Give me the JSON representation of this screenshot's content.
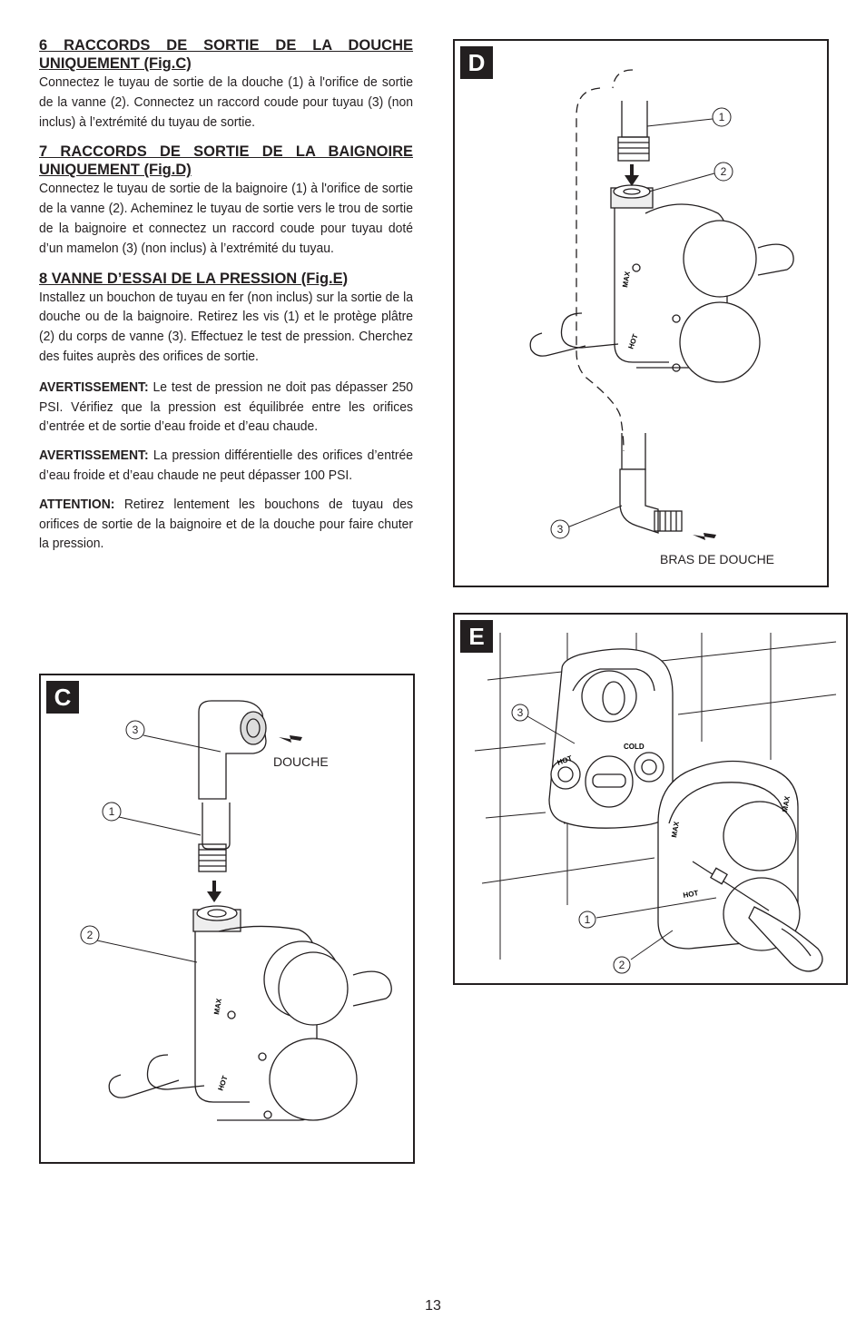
{
  "sections": [
    {
      "title": "6 RACCORDS DE SORTIE DE LA DOUCHE UNIQUEMENT (Fig.C)",
      "body": "Connectez le tuyau de sortie de la douche (1) à l'orifice de sortie de la vanne (2). Connectez un raccord coude pour tuyau (3) (non inclus) à l’extrémité du tuyau de sortie."
    },
    {
      "title": "7 RACCORDS DE SORTIE DE LA BAIGNOIRE UNIQUEMENT (Fig.D)",
      "body": "Connectez le tuyau de sortie de la baignoire (1) à l'orifice de sortie de la vanne (2). Acheminez le tuyau de sortie vers le trou de sortie de la baignoire et connectez un raccord coude pour tuyau doté d’un mamelon (3) (non inclus) à l’extrémité du tuyau."
    },
    {
      "title": "8 VANNE D’ESSAI DE LA PRESSION (Fig.E)",
      "body": "Installez un bouchon de tuyau en fer (non inclus) sur la sortie de la douche ou de la baignoire.  Retirez les vis (1) et le protège plâtre (2) du corps de vanne (3).  Effectuez le test de pression.  Cherchez des fuites auprès des orifices de sortie."
    }
  ],
  "warnings": [
    {
      "label": "AVERTISSEMENT:",
      "text": " Le test de pression ne doit pas dépasser 250 PSI.  Vérifiez que la pression est équilibrée entre les orifices d’entrée et de sortie d’eau froide et d’eau chaude."
    },
    {
      "label": "AVERTISSEMENT:",
      "text": " La pression différentielle des orifices d’entrée d’eau froide et d’eau chaude ne peut dépasser 100 PSI."
    },
    {
      "label": "ATTENTION:",
      "text": " Retirez lentement les bouchons de tuyau des orifices de sortie de la baignoire et de la douche pour faire chuter la pression."
    }
  ],
  "figures": {
    "C": {
      "label": "C",
      "callouts": [
        "1",
        "2",
        "3"
      ],
      "caption": "DOUCHE",
      "valve_text": [
        "MAX",
        "HOT"
      ]
    },
    "D": {
      "label": "D",
      "callouts": [
        "1",
        "2",
        "3"
      ],
      "caption": "BRAS DE DOUCHE",
      "valve_text": [
        "MAX",
        "HOT"
      ]
    },
    "E": {
      "label": "E",
      "callouts": [
        "1",
        "2",
        "3"
      ],
      "valve_text": [
        "MAX",
        "HOT",
        "COLD"
      ]
    }
  },
  "page_number": "13"
}
